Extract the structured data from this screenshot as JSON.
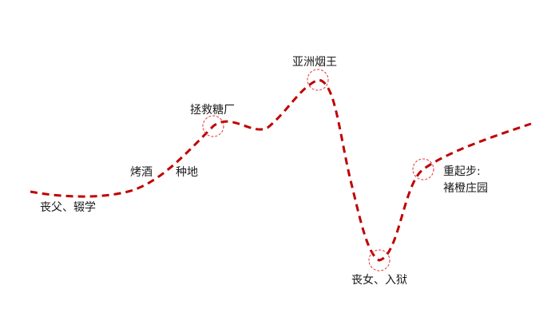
{
  "diagram": {
    "colors": {
      "path": "#c00000",
      "marker": "#e03030",
      "text": "#1a1a1a"
    },
    "labels": {
      "mourning_father": "丧父、辍学",
      "baking_wine": "烤酒",
      "farming": "种地",
      "rescue_sugar_factory": "拯救糖厂",
      "asia_tobacco_king": "亚洲烟王",
      "mourning_daughter_prison": "丧女、入狱",
      "restart": "重起步:",
      "chu_orange_farm": "褚橙庄园"
    }
  }
}
